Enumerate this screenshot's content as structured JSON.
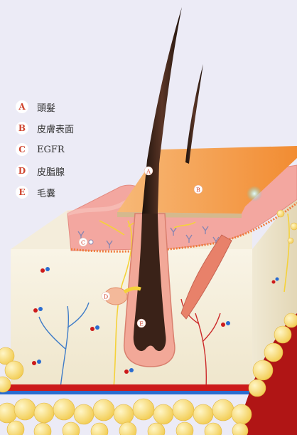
{
  "legend": [
    {
      "letter": "A",
      "label": "頭髮"
    },
    {
      "letter": "B",
      "label": "皮膚表面"
    },
    {
      "letter": "C",
      "label": "EGFR"
    },
    {
      "letter": "D",
      "label": "皮脂腺"
    },
    {
      "letter": "E",
      "label": "毛囊"
    }
  ],
  "markers": {
    "a": "A",
    "b": "B",
    "c": "C",
    "d": "D",
    "e": "E"
  },
  "colors": {
    "background": "#ecebf6",
    "accent": "#d0452f",
    "hair": "#3a2218",
    "skin_surface": "#f4a45c",
    "epidermis": "#f3a7a0",
    "dermis": "#f6f0de",
    "fat": "#f5d66a",
    "blood": "#cc1a1a"
  }
}
